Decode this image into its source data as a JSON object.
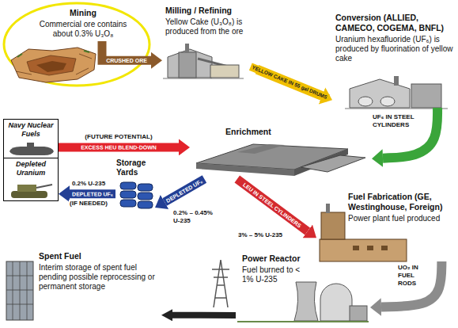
{
  "diagram": {
    "nodes": [
      {
        "text": [
          "Mining",
          "Commercial ore contains about 0.3% U₃O₈"
        ]
      },
      {
        "text": [
          "Milling / Refining",
          "Yellow Cake (U₃O₈) is produced from the ore"
        ]
      },
      {
        "text": [
          "Conversion (ALLIED, CAMECO, COGEMA, BNFL)",
          "Uranium hexafluoride (UF₆) is produced by fluorination of yellow cake"
        ]
      },
      {
        "text": [
          "Navy Nuclear Fuels"
        ]
      },
      {
        "text": [
          "Depleted Uranium"
        ]
      },
      {
        "text": [
          "Enrichment"
        ]
      },
      {
        "text": [
          "Storage Yards"
        ]
      },
      {
        "text": [
          "Fuel Fabrication (GE, Westinghouse, Foreign)",
          "Power plant fuel produced"
        ]
      },
      {
        "text": [
          "Power Reactor",
          "Fuel burned to < 1% U-235"
        ]
      },
      {
        "text": [
          "Spent Fuel",
          "Interim storage of spent fuel pending possible reprocessing or permanent storage"
        ]
      }
    ],
    "edges": [
      {
        "from": 0,
        "to": 1,
        "label": "CRUSHED ORE",
        "arrow": "to"
      },
      {
        "from": 1,
        "to": 2,
        "label": "YELLOW CAKE IN 55 gal DRUMS",
        "arrow": "to"
      },
      {
        "from": 2,
        "to": 5,
        "label": "UF₆ IN STEEL CYLINDERS",
        "arrow": "to"
      },
      {
        "from": 3,
        "to": 5,
        "label": "EXCESS HEU BLEND-DOWN",
        "arrow": "to"
      },
      {
        "from": 5,
        "to": 6,
        "label": "DEPLETED UF₆",
        "arrow": "to"
      },
      {
        "from": 6,
        "to": 4,
        "label": "DEPLETED UF₆",
        "arrow": "to"
      },
      {
        "from": 5,
        "to": 7,
        "label": "LEU IN STEEL CYLINDERS",
        "arrow": "to"
      },
      {
        "from": 7,
        "to": 8,
        "label": "UO₂ IN FUEL RODS",
        "arrow": "to"
      },
      {
        "from": 8,
        "to": 9,
        "arrow": "to"
      }
    ],
    "labels": [
      "(FUTURE POTENTIAL)",
      "0.2% – 0.45% U-235",
      "3% – 5% U-235",
      "0.2% U-235",
      "(IF NEEDED)"
    ]
  }
}
